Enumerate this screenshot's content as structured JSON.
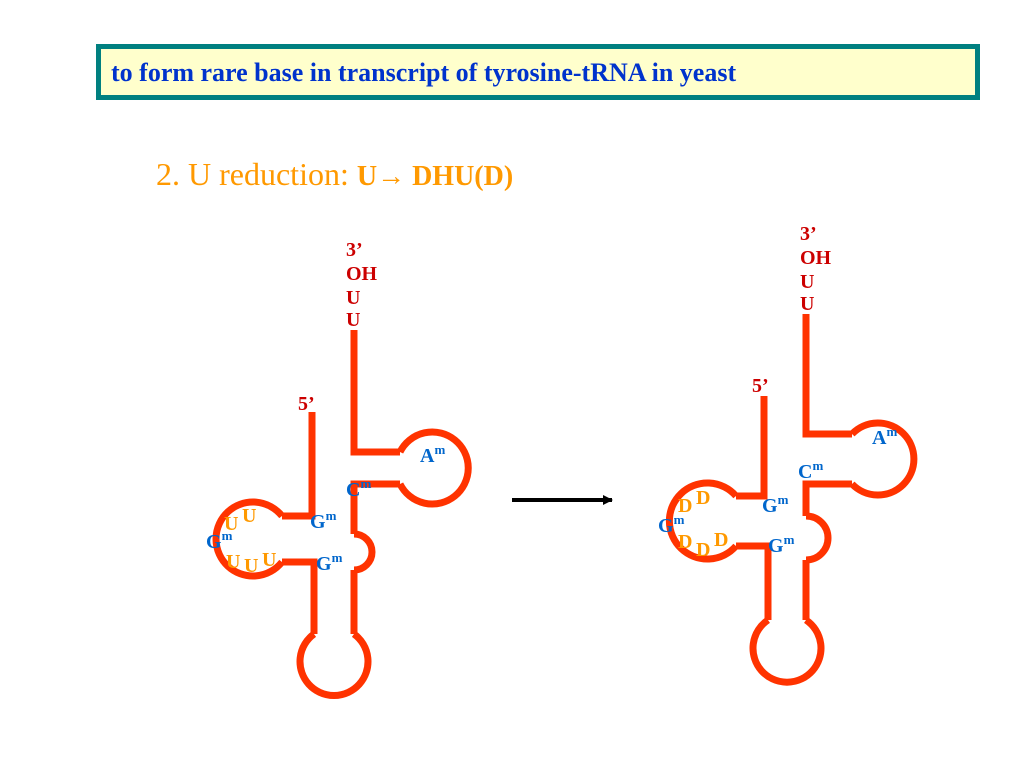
{
  "title": "to form rare base  in transcript of tyrosine-tRNA in yeast",
  "subtitle": {
    "prefix": "2. U reduction: ",
    "bold": "U",
    "arrow": "→",
    "rest": " DHU(D)"
  },
  "colors": {
    "frame": "#008080",
    "title_bg": "#ffffcc",
    "title_text": "#0033cc",
    "subtitle": "#ff9900",
    "backbone": "#ff3300",
    "label_red": "#cc0000",
    "label_blue": "#0066cc",
    "label_orange": "#ff9900"
  },
  "left_trna": {
    "end3": "3’",
    "oh": "OH",
    "u1": "U",
    "u2": "U",
    "end5": "5’",
    "modified": {
      "am": "A",
      "cm": "C",
      "gm_top": "G",
      "gm_loop": "G",
      "gm_bottom": "G",
      "sup": "m"
    },
    "loop_bases": [
      "U",
      "U",
      "U",
      "U",
      "U"
    ]
  },
  "right_trna": {
    "end3": "3’",
    "oh": "OH",
    "u1": "U",
    "u2": "U",
    "end5": "5’",
    "modified": {
      "am": "A",
      "cm": "C",
      "gm_top": "G",
      "gm_loop": "G",
      "gm_bottom": "G",
      "sup": "m"
    },
    "loop_bases": [
      "D",
      "D",
      "D",
      "D",
      "D"
    ]
  },
  "reaction_arrow": "arrow-right-icon"
}
